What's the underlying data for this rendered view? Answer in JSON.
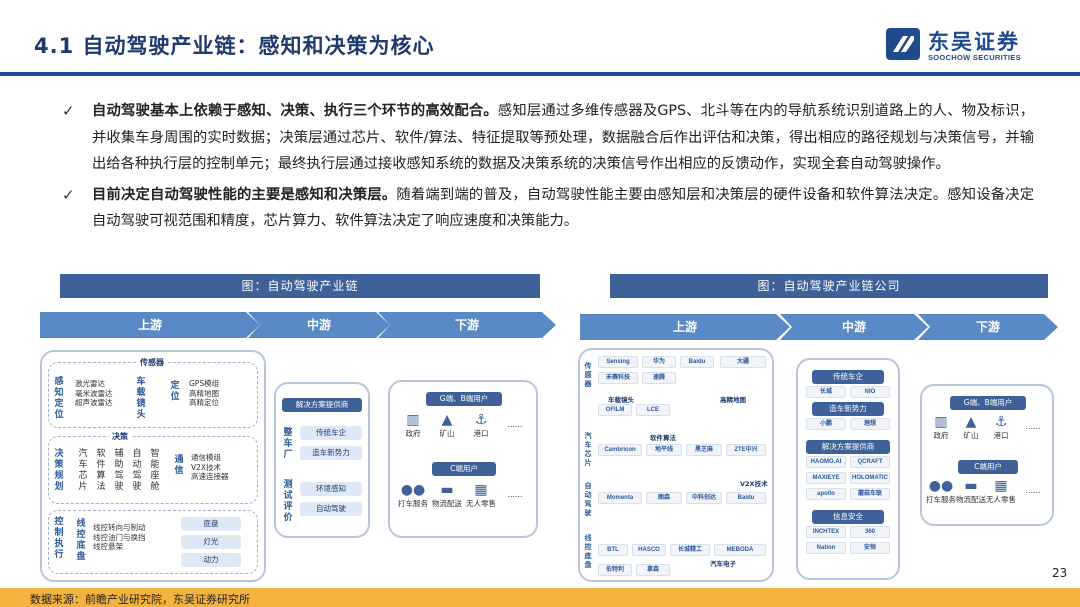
{
  "header": {
    "title": "4.1  自动驾驶产业链：感知和决策为核心",
    "logo_cn": "东吴证券",
    "logo_en": "SOOCHOW SECURITIES",
    "accent_color": "#1f4a8c"
  },
  "bullets": [
    {
      "lead": "自动驾驶基本上依赖于感知、决策、执行三个环节的高效配合。",
      "body": "感知层通过多维传感器及GPS、北斗等在内的导航系统识别道路上的人、物及标识，并收集车身周围的实时数据；决策层通过芯片、软件/算法、特征提取等预处理，数据融合后作出评估和决策，得出相应的路径规划与决策信号，并输出给各种执行层的控制单元；最终执行层通过接收感知系统的数据及决策系统的决策信号作出相应的反馈动作，实现全套自动驾驶操作。"
    },
    {
      "lead": "目前决定自动驾驶性能的主要是感知和决策层。",
      "body": "随着端到端的普及，自动驾驶性能主要由感知层和决策层的硬件设备和软件算法决定。感知设备决定自动驾驶可视范围和精度，芯片算力、软件算法决定了响应速度和决策能力。"
    }
  ],
  "figure_left": {
    "caption": "图：自动驾驶产业链",
    "stages": [
      "上游",
      "中游",
      "下游"
    ],
    "upstream": {
      "sensor_group": "传感器",
      "perception_label": "感知定位",
      "sensors": "激光雷达\n毫米波雷达\n超声波雷达",
      "camera": "车载镜头",
      "locate_label": "定位",
      "locate_items": "GPS模组\n高精地图\n高精定位",
      "decision_group": "决策",
      "decision_label": "决策规划",
      "decision_items": [
        "汽车芯片",
        "软件算法",
        "辅助驾驶",
        "自动驾驶",
        "智能座舱"
      ],
      "comm_label": "通信",
      "comm_items": "通信模组\nV2X技术\n高速连接器",
      "control_label": "控制执行",
      "chassis_label": "线控底盘",
      "chassis_items": "线控转向与制动\n线控油门与换挡\n线控悬架",
      "parts": [
        "底盘",
        "灯光",
        "动力"
      ]
    },
    "midstream": {
      "solution_title": "解决方案提供商",
      "oem_label": "整车厂",
      "oem_items": [
        "传统车企",
        "造车新势力"
      ],
      "test_label": "测试评价",
      "test_items": [
        "环境感知",
        "自动驾驶"
      ]
    },
    "downstream": {
      "gb_title": "G端、B端用户",
      "gb_items": [
        "政府",
        "矿山",
        "港口",
        "……"
      ],
      "c_title": "C端用户",
      "c_items": [
        "打车服务",
        "物流配送",
        "无人零售",
        "……"
      ]
    }
  },
  "figure_right": {
    "caption": "图：自动驾驶产业链公司",
    "stages": [
      "上游",
      "中游",
      "下游"
    ],
    "upstream_side_labels": [
      "传感器",
      "汽车芯片",
      "自动驾驶",
      "线控底盘"
    ],
    "upstream_group_titles": [
      "车载镜头",
      "高精地图",
      "软件算法",
      "V2X技术",
      "汽车电子"
    ],
    "upstream_logos": [
      "Sensing",
      "华为",
      "Baidu",
      "大疆",
      "禾赛科技",
      "速腾",
      "OFILM",
      "LCE",
      "Cambricon",
      "地平线",
      "黑芝麻",
      "ZTE中兴",
      "Momenta",
      "图森",
      "Baidu",
      "中科创达",
      "BTL",
      "HASCO",
      "长城精工",
      "MEBODA",
      "伯特利",
      "拿森"
    ],
    "midstream_groups": [
      "传统车企",
      "造车新势力",
      "解决方案提供商",
      "信息安全"
    ],
    "midstream_logos": [
      "长城",
      "NIO",
      "小鹏",
      "理想",
      "HAOMO.AI",
      "QCRAFT",
      "MAXIEYE",
      "HOLOMATIC",
      "apollo",
      "蘑菇车联",
      "INCHTEX",
      "360",
      "Nation",
      "安恒"
    ],
    "downstream": {
      "gb_title": "G端、B端用户",
      "gb_items": [
        "政府",
        "矿山",
        "港口",
        "……"
      ],
      "c_title": "C端用户",
      "c_items": [
        "打车服务",
        "物流配送",
        "无人零售",
        "……"
      ]
    }
  },
  "footer": {
    "page_number": "23",
    "source": "数据来源：前瞻产业研究院，东吴证券研究所",
    "bar_color": "#f4b23e"
  }
}
